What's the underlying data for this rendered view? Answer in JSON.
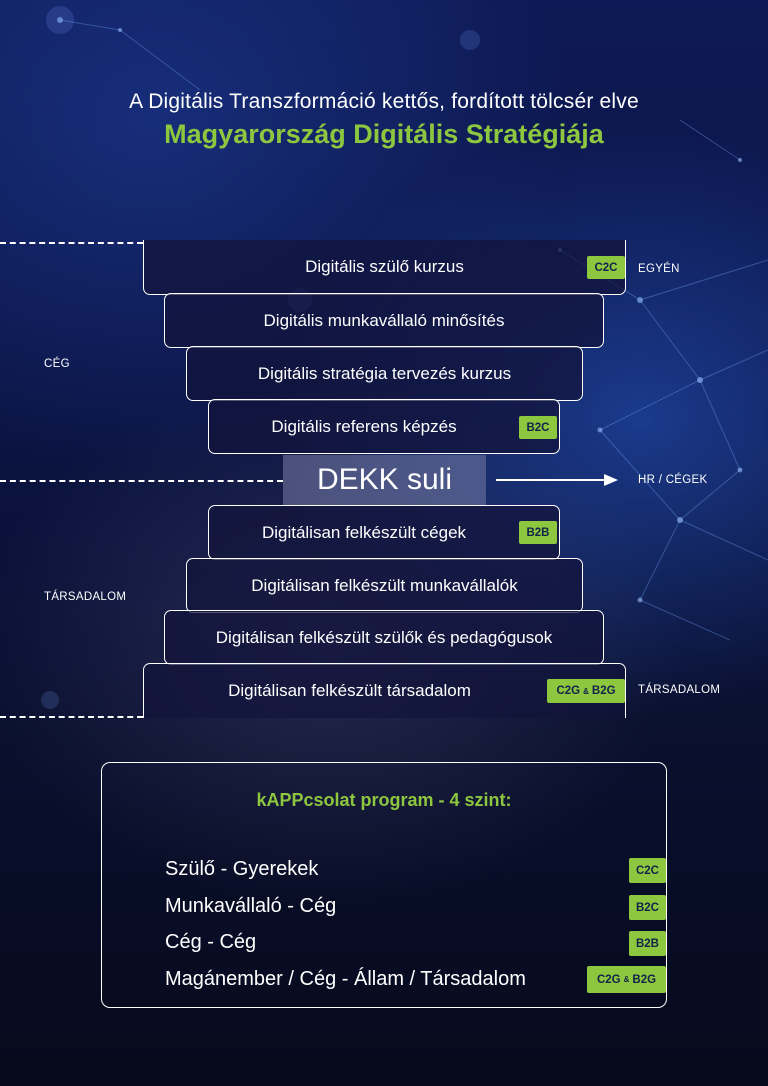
{
  "title": {
    "line1": "A Digitális Transzformáció kettős, fordított tölcsér elve",
    "line2": "Magyarország Digitális Stratégiája"
  },
  "colors": {
    "accent": "#8dc63f",
    "background": "#0b1445",
    "badge_text": "#12234a"
  },
  "side_labels": {
    "egyen": "EGYÉN",
    "ceg": "CÉG",
    "hr_cegek": "HR / CÉGEK",
    "tarsadalom_left": "TÁRSADALOM",
    "tarsadalom_right": "TÁRSADALOM"
  },
  "funnel_top": [
    {
      "label": "Digitális szülő kurzus",
      "badge": "C2C"
    },
    {
      "label": "Digitális munkavállaló minősítés",
      "badge": ""
    },
    {
      "label": "Digitális stratégia tervezés kurzus",
      "badge": ""
    },
    {
      "label": "Digitális referens képzés",
      "badge": "B2C"
    }
  ],
  "center": {
    "label": "DEKK suli",
    "arrow_icon": "arrow-right-icon"
  },
  "funnel_bottom": [
    {
      "label": "Digitálisan felkészült cégek",
      "badge": "B2B"
    },
    {
      "label": "Digitálisan felkészült munkavállalók",
      "badge": ""
    },
    {
      "label": "Digitálisan felkészült szülők és pedagógusok",
      "badge": ""
    },
    {
      "label": "Digitálisan felkészült társadalom",
      "badge_a": "C2G",
      "badge_amp": "&",
      "badge_b": "B2G"
    }
  ],
  "program": {
    "title": "kAPPcsolat program - 4 szint:",
    "rows": [
      {
        "label": "Szülő - Gyerekek",
        "badge": "C2C"
      },
      {
        "label": "Munkavállaló - Cég",
        "badge": "B2C"
      },
      {
        "label": "Cég - Cég",
        "badge": "B2B"
      },
      {
        "label": "Magánember / Cég - Állam / Társadalom",
        "badge_a": "C2G",
        "badge_amp": "&",
        "badge_b": "B2G"
      }
    ]
  }
}
